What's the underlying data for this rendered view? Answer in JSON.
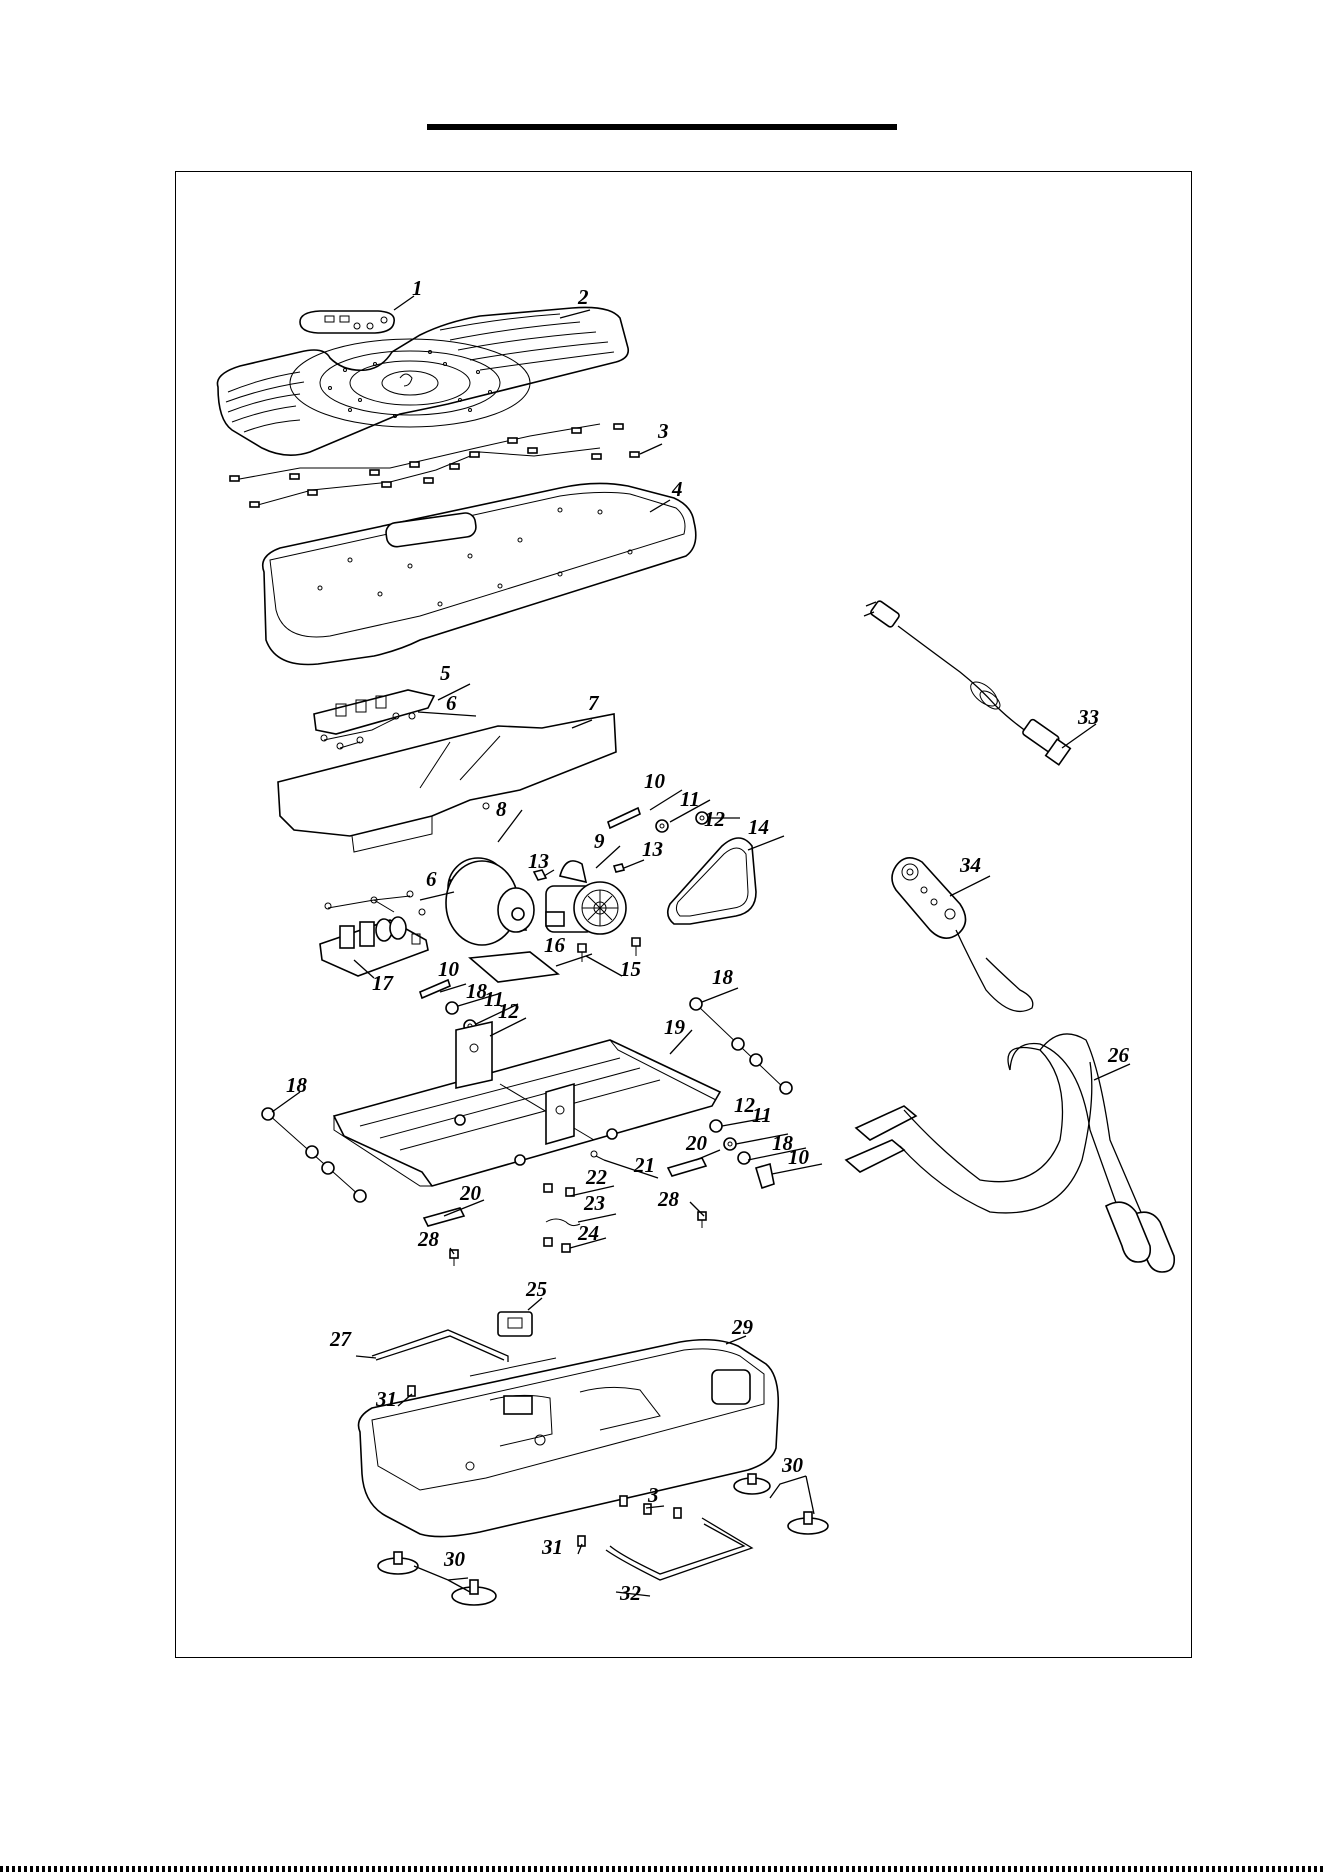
{
  "callouts": [
    {
      "id": "c1",
      "text": "1"
    },
    {
      "id": "c2",
      "text": "2"
    },
    {
      "id": "c3",
      "text": "3"
    },
    {
      "id": "c4",
      "text": "4"
    },
    {
      "id": "c5",
      "text": "5"
    },
    {
      "id": "c6a",
      "text": "6"
    },
    {
      "id": "c7",
      "text": "7"
    },
    {
      "id": "c10a",
      "text": "10"
    },
    {
      "id": "c11a",
      "text": "11"
    },
    {
      "id": "c12a",
      "text": "12"
    },
    {
      "id": "c14",
      "text": "14"
    },
    {
      "id": "c8",
      "text": "8"
    },
    {
      "id": "c9",
      "text": "9"
    },
    {
      "id": "c13a",
      "text": "13"
    },
    {
      "id": "c13b",
      "text": "13"
    },
    {
      "id": "c6b",
      "text": "6"
    },
    {
      "id": "c16",
      "text": "16"
    },
    {
      "id": "c15",
      "text": "15"
    },
    {
      "id": "c17",
      "text": "17"
    },
    {
      "id": "c10b",
      "text": "10"
    },
    {
      "id": "c18a",
      "text": "18"
    },
    {
      "id": "c11b",
      "text": "11"
    },
    {
      "id": "c12b",
      "text": "12"
    },
    {
      "id": "c18b",
      "text": "18"
    },
    {
      "id": "c19",
      "text": "19"
    },
    {
      "id": "c18c",
      "text": "18"
    },
    {
      "id": "c12c",
      "text": "12"
    },
    {
      "id": "c11c",
      "text": "11"
    },
    {
      "id": "c20a",
      "text": "20"
    },
    {
      "id": "c18d",
      "text": "18"
    },
    {
      "id": "c10c",
      "text": "10"
    },
    {
      "id": "c21",
      "text": "21"
    },
    {
      "id": "c22",
      "text": "22"
    },
    {
      "id": "c23",
      "text": "23"
    },
    {
      "id": "c20b",
      "text": "20"
    },
    {
      "id": "c28a",
      "text": "28"
    },
    {
      "id": "c28b",
      "text": "28"
    },
    {
      "id": "c24",
      "text": "24"
    },
    {
      "id": "c25",
      "text": "25"
    },
    {
      "id": "c27",
      "text": "27"
    },
    {
      "id": "c29",
      "text": "29"
    },
    {
      "id": "c31a",
      "text": "31"
    },
    {
      "id": "c30a",
      "text": "30"
    },
    {
      "id": "c3b",
      "text": "3"
    },
    {
      "id": "c31b",
      "text": "31"
    },
    {
      "id": "c30b",
      "text": "30"
    },
    {
      "id": "c32",
      "text": "32"
    },
    {
      "id": "c33",
      "text": "33"
    },
    {
      "id": "c34",
      "text": "34"
    },
    {
      "id": "c26",
      "text": "26"
    }
  ]
}
